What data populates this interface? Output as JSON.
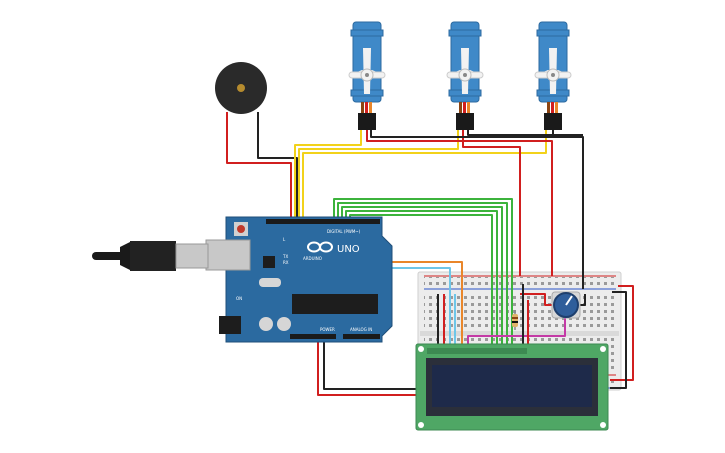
{
  "canvas": {
    "background": "#ffffff"
  },
  "arduino": {
    "brand": "ARDUINO",
    "model": "UNO",
    "digital_label": "DIGITAL (PWM~)",
    "power_label": "POWER",
    "analog_label": "ANALOG IN",
    "tx_label": "TX",
    "rx_label": "RX",
    "l_label": "L",
    "on_label": "ON",
    "board_color": "#2b6aa0"
  },
  "servos": [
    {
      "id": "servo-1",
      "color": "#3f89c8"
    },
    {
      "id": "servo-2",
      "color": "#3f89c8"
    },
    {
      "id": "servo-3",
      "color": "#3f89c8"
    }
  ],
  "buzzer": {
    "color": "#2a2a2a"
  },
  "lcd": {
    "board_color": "#4fa765",
    "screen_color": "#1e2a4a"
  },
  "breadboard": {
    "color": "#ececec"
  },
  "potentiometer": {
    "knob_color": "#2f5e9b"
  },
  "wire_colors": {
    "red": "#d11f1f",
    "black": "#222222",
    "yellow": "#f2d21b",
    "green": "#3cb33c",
    "orange": "#e9862a",
    "light_blue": "#6ec6e8",
    "magenta": "#c43aa6"
  },
  "icons": [
    "usb-cable-icon",
    "servo-motor-icon",
    "buzzer-icon",
    "potentiometer-icon",
    "resistor-icon",
    "lcd-display-icon"
  ]
}
